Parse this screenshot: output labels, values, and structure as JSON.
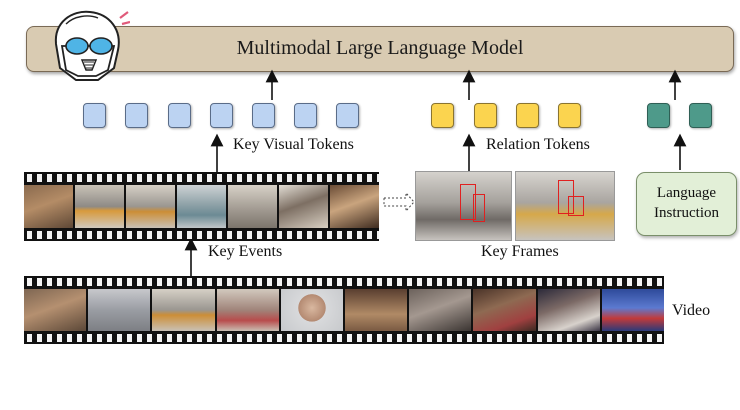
{
  "model": {
    "label": "Multimodal Large Language Model"
  },
  "labels": {
    "key_visual_tokens": "Key Visual Tokens",
    "relation_tokens": "Relation Tokens",
    "key_events": "Key Events",
    "key_frames": "Key Frames",
    "video": "Video"
  },
  "language_instruction": {
    "line1": "Language",
    "line2": "Instruction"
  },
  "colors": {
    "model_box": "#d9cbb2",
    "visual_token": "#bcd3f2",
    "relation_token": "#fbd44f",
    "language_token": "#4e9a8a",
    "language_box": "#e2efd7"
  },
  "icons": [
    "helmet-mascot-icon",
    "up-arrow-icon",
    "dashed-right-arrow-icon",
    "film-strip-icon"
  ]
}
